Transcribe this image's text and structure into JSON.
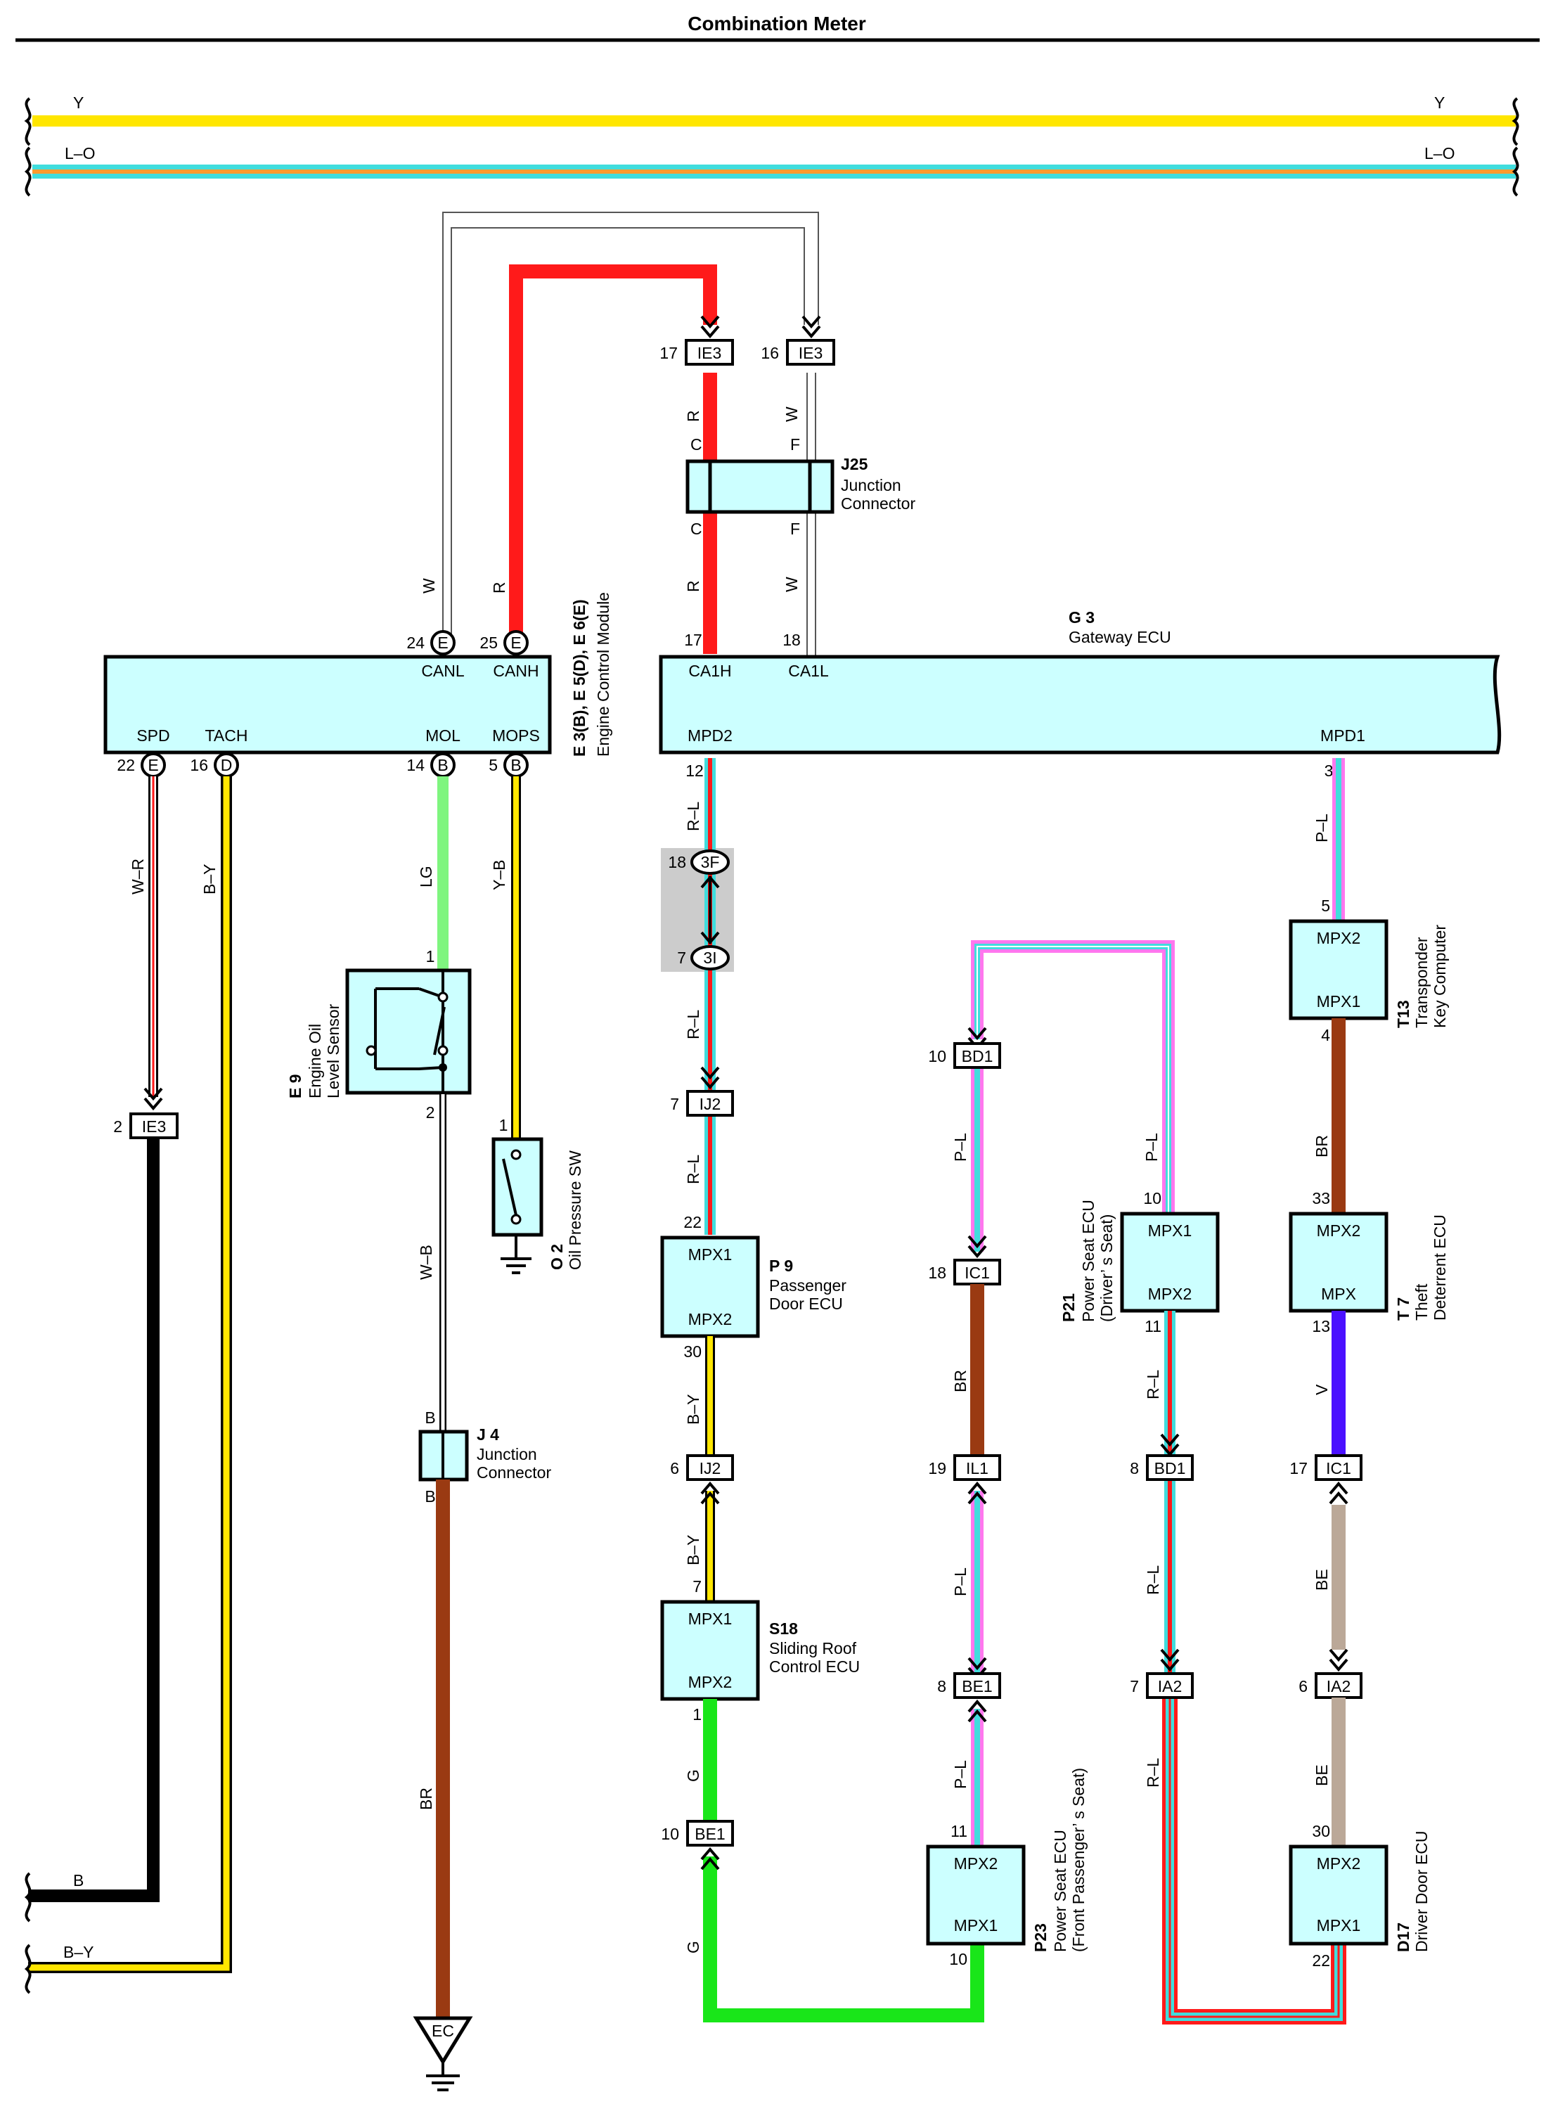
{
  "title": "Combination Meter",
  "colors": {
    "Y": "#ffe600",
    "L": "#40dddd",
    "O": "#ff9a2e",
    "W": "#ffffff",
    "R": "#ff1a1a",
    "LG": "#7ff57f",
    "B": "#000000",
    "BR": "#9a3a12",
    "G": "#19e619",
    "P": "#ff77ee",
    "V": "#4a10ff",
    "BE": "#bba898",
    "box": "#ccffff"
  },
  "buses": {
    "top_y": "Y",
    "top_lo": "L–O"
  },
  "ecm": {
    "name": "Engine Control Module",
    "code": "E 3(B), E 5(D), E 6(E)",
    "pins": {
      "canl": "CANL",
      "canh": "CANH",
      "spd": "SPD",
      "tach": "TACH",
      "mol": "MOL",
      "mops": "MOPS"
    },
    "nums": {
      "canl": "24",
      "canh": "25",
      "spd": "22",
      "tach": "16",
      "mol": "14",
      "mops": "5"
    },
    "letters": {
      "canl": "E",
      "canh": "E",
      "spd": "E",
      "tach": "D",
      "mol": "B",
      "mops": "B"
    }
  },
  "gateway": {
    "code": "G 3",
    "name": "Gateway ECU",
    "pins": {
      "ca1h": "CA1H",
      "ca1l": "CA1L",
      "mpd2": "MPD2",
      "mpd1": "MPD1"
    },
    "nums": {
      "ca1h": "17",
      "ca1l": "18",
      "mpd2": "12",
      "mpd1": "3"
    }
  },
  "j25": {
    "code": "J25",
    "name1": "Junction",
    "name2": "Connector",
    "c": "C",
    "f": "F"
  },
  "j4": {
    "code": "J 4",
    "name1": "Junction",
    "name2": "Connector",
    "b": "B"
  },
  "e9": {
    "code": "E 9",
    "name1": "Engine Oil",
    "name2": "Level Sensor",
    "pin1": "1",
    "pin2": "2"
  },
  "o2": {
    "code": "O 2",
    "name": "Oil Pressure SW",
    "pin1": "1"
  },
  "p9": {
    "code": "P 9",
    "name1": "Passenger",
    "name2": "Door ECU",
    "mpx1": "MPX1",
    "mpx2": "MPX2",
    "pin_top": "22",
    "pin_bot": "30"
  },
  "s18": {
    "code": "S18",
    "name1": "Sliding Roof",
    "name2": "Control ECU",
    "mpx1": "MPX1",
    "mpx2": "MPX2",
    "pin_top": "7",
    "pin_bot": "1"
  },
  "p23": {
    "code": "P23",
    "name1": "Power Seat ECU",
    "name2": "(Front Passenger’ s Seat)",
    "mpx2": "MPX2",
    "mpx1": "MPX1",
    "pin_top": "11",
    "pin_bot": "10"
  },
  "p21": {
    "code": "P21",
    "name1": "Power Seat ECU",
    "name2": "(Driver’ s Seat)",
    "mpx1": "MPX1",
    "mpx2": "MPX2",
    "pin_top": "10",
    "pin_bot": "11"
  },
  "t13": {
    "code": "T13",
    "name1": "Transponder",
    "name2": "Key Computer",
    "mpx2": "MPX2",
    "mpx1": "MPX1",
    "pin_top": "5",
    "pin_bot": "4"
  },
  "t7": {
    "code": "T 7",
    "name1": "Theft",
    "name2": "Deterrent ECU",
    "mpx2": "MPX2",
    "mpx": "MPX",
    "pin_top": "33",
    "pin_bot": "13"
  },
  "d17": {
    "code": "D17",
    "name": "Driver Door ECU",
    "mpx2": "MPX2",
    "mpx1": "MPX1",
    "pin_top": "30",
    "pin_bot": "22"
  },
  "connectors": {
    "ie3a": {
      "label": "IE3",
      "pin": "17"
    },
    "ie3b": {
      "label": "IE3",
      "pin": "16"
    },
    "ie3c": {
      "label": "IE3",
      "pin": "2"
    },
    "ij2a": {
      "label": "IJ2",
      "pin": "7"
    },
    "ij2b": {
      "label": "IJ2",
      "pin": "6"
    },
    "be1a": {
      "label": "BE1",
      "pin": "10"
    },
    "bd1a": {
      "label": "BD1",
      "pin": "10"
    },
    "ic1a": {
      "label": "IC1",
      "pin": "18"
    },
    "il1": {
      "label": "IL1",
      "pin": "19"
    },
    "be1b": {
      "label": "BE1",
      "pin": "8"
    },
    "bd1b": {
      "label": "BD1",
      "pin": "8"
    },
    "ia2a": {
      "label": "IA2",
      "pin": "7"
    },
    "ic1b": {
      "label": "IC1",
      "pin": "17"
    },
    "ia2b": {
      "label": "IA2",
      "pin": "6"
    },
    "f3": {
      "label": "3F",
      "pin": "18"
    },
    "i3": {
      "label": "3I",
      "pin": "7"
    }
  },
  "wires": {
    "w": "W",
    "r": "R",
    "wr": "W–R",
    "by": "B–Y",
    "lg": "LG",
    "yb": "Y–B",
    "wb": "W–B",
    "br": "BR",
    "rl": "R–L",
    "g": "G",
    "pl": "P–L",
    "v": "V",
    "be": "BE",
    "b": "B"
  },
  "ground": {
    "ec": "EC"
  }
}
